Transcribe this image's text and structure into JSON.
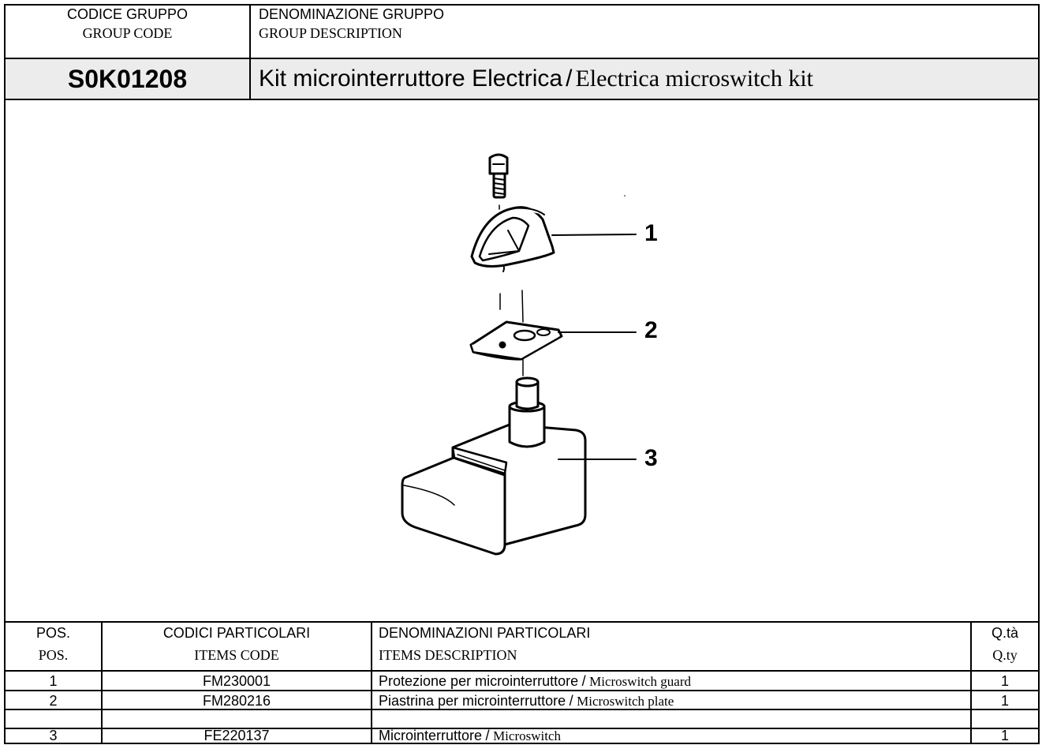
{
  "header": {
    "group_code_label_it": "CODICE GRUPPO",
    "group_code_label_en": "GROUP CODE",
    "group_desc_label_it": "DENOMINAZIONE GRUPPO",
    "group_desc_label_en": "GROUP DESCRIPTION",
    "group_code": "S0K01208",
    "group_title_it": "Kit microinterruttore Electrica",
    "title_separator": "/",
    "group_title_en": "Electrica microswitch kit"
  },
  "drawing": {
    "callouts": [
      "1",
      "2",
      "3"
    ],
    "parts": [
      "screw",
      "microswitch-guard",
      "microswitch-plate",
      "microswitch"
    ]
  },
  "table": {
    "headers": [
      {
        "it": "POS.",
        "en": "POS."
      },
      {
        "it": "CODICI PARTICOLARI",
        "en": "ITEMS CODE"
      },
      {
        "it": "DENOMINAZIONI PARTICOLARI",
        "en": "ITEMS DESCRIPTION"
      },
      {
        "it": "Q.tà",
        "en": "Q.ty"
      }
    ],
    "rows": [
      {
        "pos": "1",
        "code": "FM230001",
        "desc_it": "Protezione per microinterruttore",
        "sep": "/",
        "desc_en": "Microswitch guard",
        "qty": "1"
      },
      {
        "pos": "2",
        "code": "FM280216",
        "desc_it": "Piastrina per microinterruttore",
        "sep": "/",
        "desc_en": "Microswitch plate",
        "qty": "1"
      },
      {
        "pos": "3",
        "code": "FE220137",
        "desc_it": "Microinterruttore",
        "sep": "/",
        "desc_en": "Microswitch",
        "qty": "1"
      }
    ]
  }
}
